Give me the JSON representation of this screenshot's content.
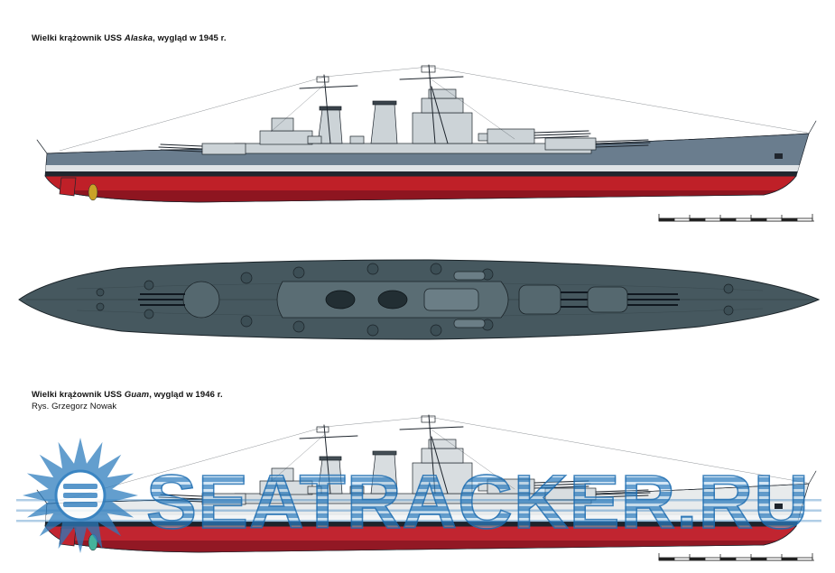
{
  "document": {
    "type": "book-page-ship-profiles",
    "captions": {
      "alaska": {
        "prefix": "Wielki krążownik USS ",
        "ship_name": "Alaska",
        "suffix": ", wygląd w 1945 r."
      },
      "guam": {
        "prefix": "Wielki krążownik USS ",
        "ship_name": "Guam",
        "suffix": ", wygląd w 1946 r."
      },
      "artist_credit": "Rys. Grzegorz Nowak"
    },
    "figures": [
      {
        "name": "alaska-side-profile",
        "description": "Side profile drawing of large cruiser USS Alaska, appearance in 1945"
      },
      {
        "name": "deck-plan",
        "description": "Top-down deck plan view of the Alaska-class large cruiser"
      },
      {
        "name": "guam-side-profile",
        "description": "Side profile drawing of large cruiser USS Guam, appearance in 1946"
      }
    ],
    "watermark": {
      "text": "SEATRACKER.RU",
      "color": "#2b7bbd"
    },
    "palette": {
      "hull_upper_gray": "#6a7d8e",
      "hull_light_band": "#dfe3e6",
      "boot_topping_navy": "#20262e",
      "hull_red": "#bf2028",
      "hull_red_dark": "#8e1520",
      "deck_plan_gray_green": "#46585f",
      "superstructure_gray": "#ccd3d7",
      "guam_hull_light": "#e8ebec",
      "propeller_yellow": "#c9a227",
      "propeller_teal": "#45b29b",
      "watermark_blue": "#2b7bbd"
    }
  }
}
